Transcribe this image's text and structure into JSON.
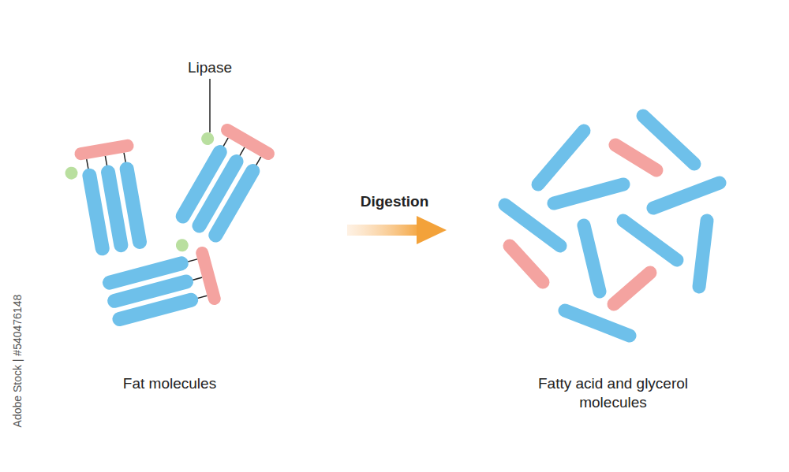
{
  "diagram": {
    "labels": [
      "Lipase",
      "Digestion",
      "Fat molecules",
      "Fatty acid and glycerol molecules",
      "Adobe Stock | #540476148"
    ]
  }
}
